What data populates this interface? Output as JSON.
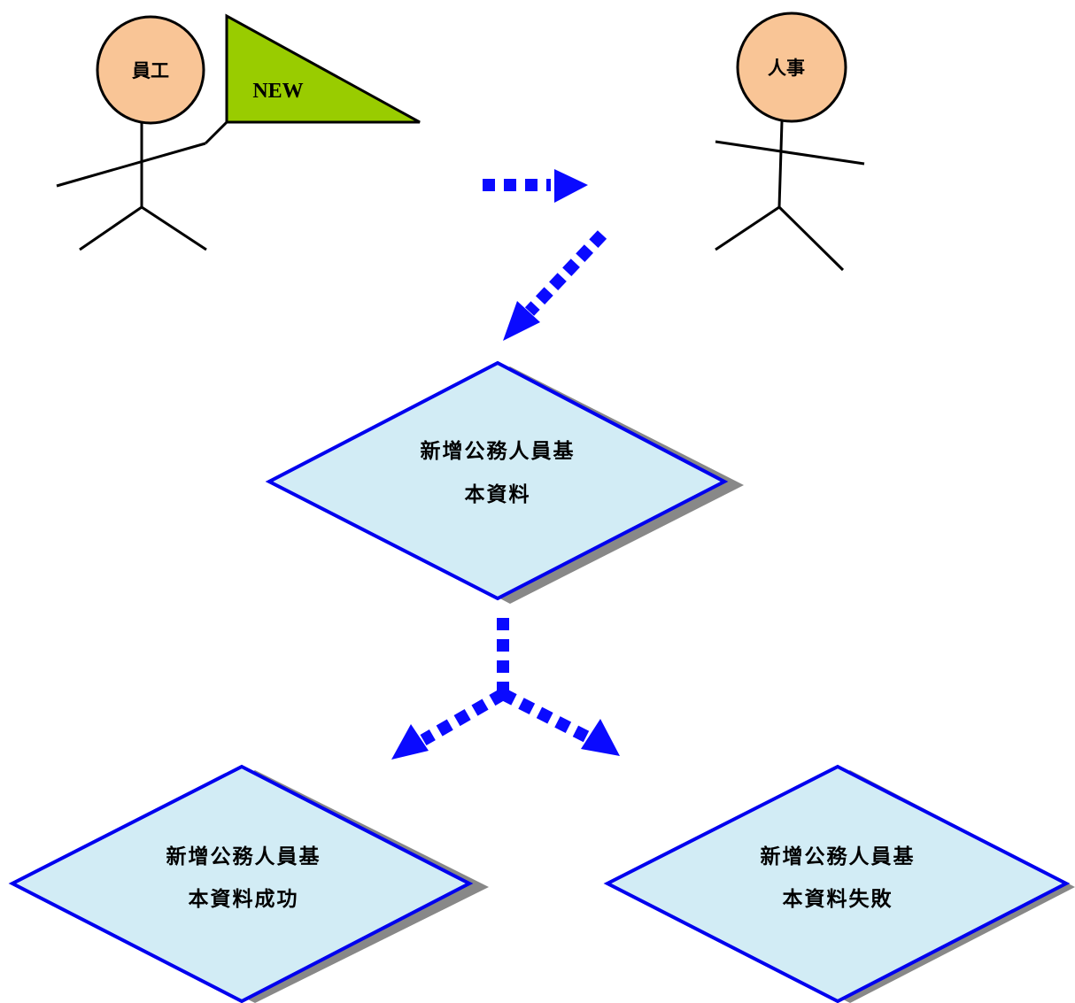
{
  "actors": [
    {
      "id": "employee",
      "label": "員工"
    },
    {
      "id": "hr",
      "label": "人事"
    }
  ],
  "flag": {
    "label": "NEW"
  },
  "nodes": [
    {
      "id": "add",
      "lines": [
        "新增公務人員基",
        "本資料"
      ]
    },
    {
      "id": "success",
      "lines": [
        "新增公務人員基",
        "本資料成功"
      ]
    },
    {
      "id": "failure",
      "lines": [
        "新增公務人員基",
        "本資料失敗"
      ]
    }
  ],
  "colors": {
    "head_fill": "#f9c596",
    "flag_fill": "#99cc00",
    "node_fill": "#d2ecf5",
    "node_stroke": "#0000ee",
    "node_shadow": "#888888",
    "arrow": "#0a0aff",
    "line": "#000000"
  },
  "arrow_style": "dotted"
}
